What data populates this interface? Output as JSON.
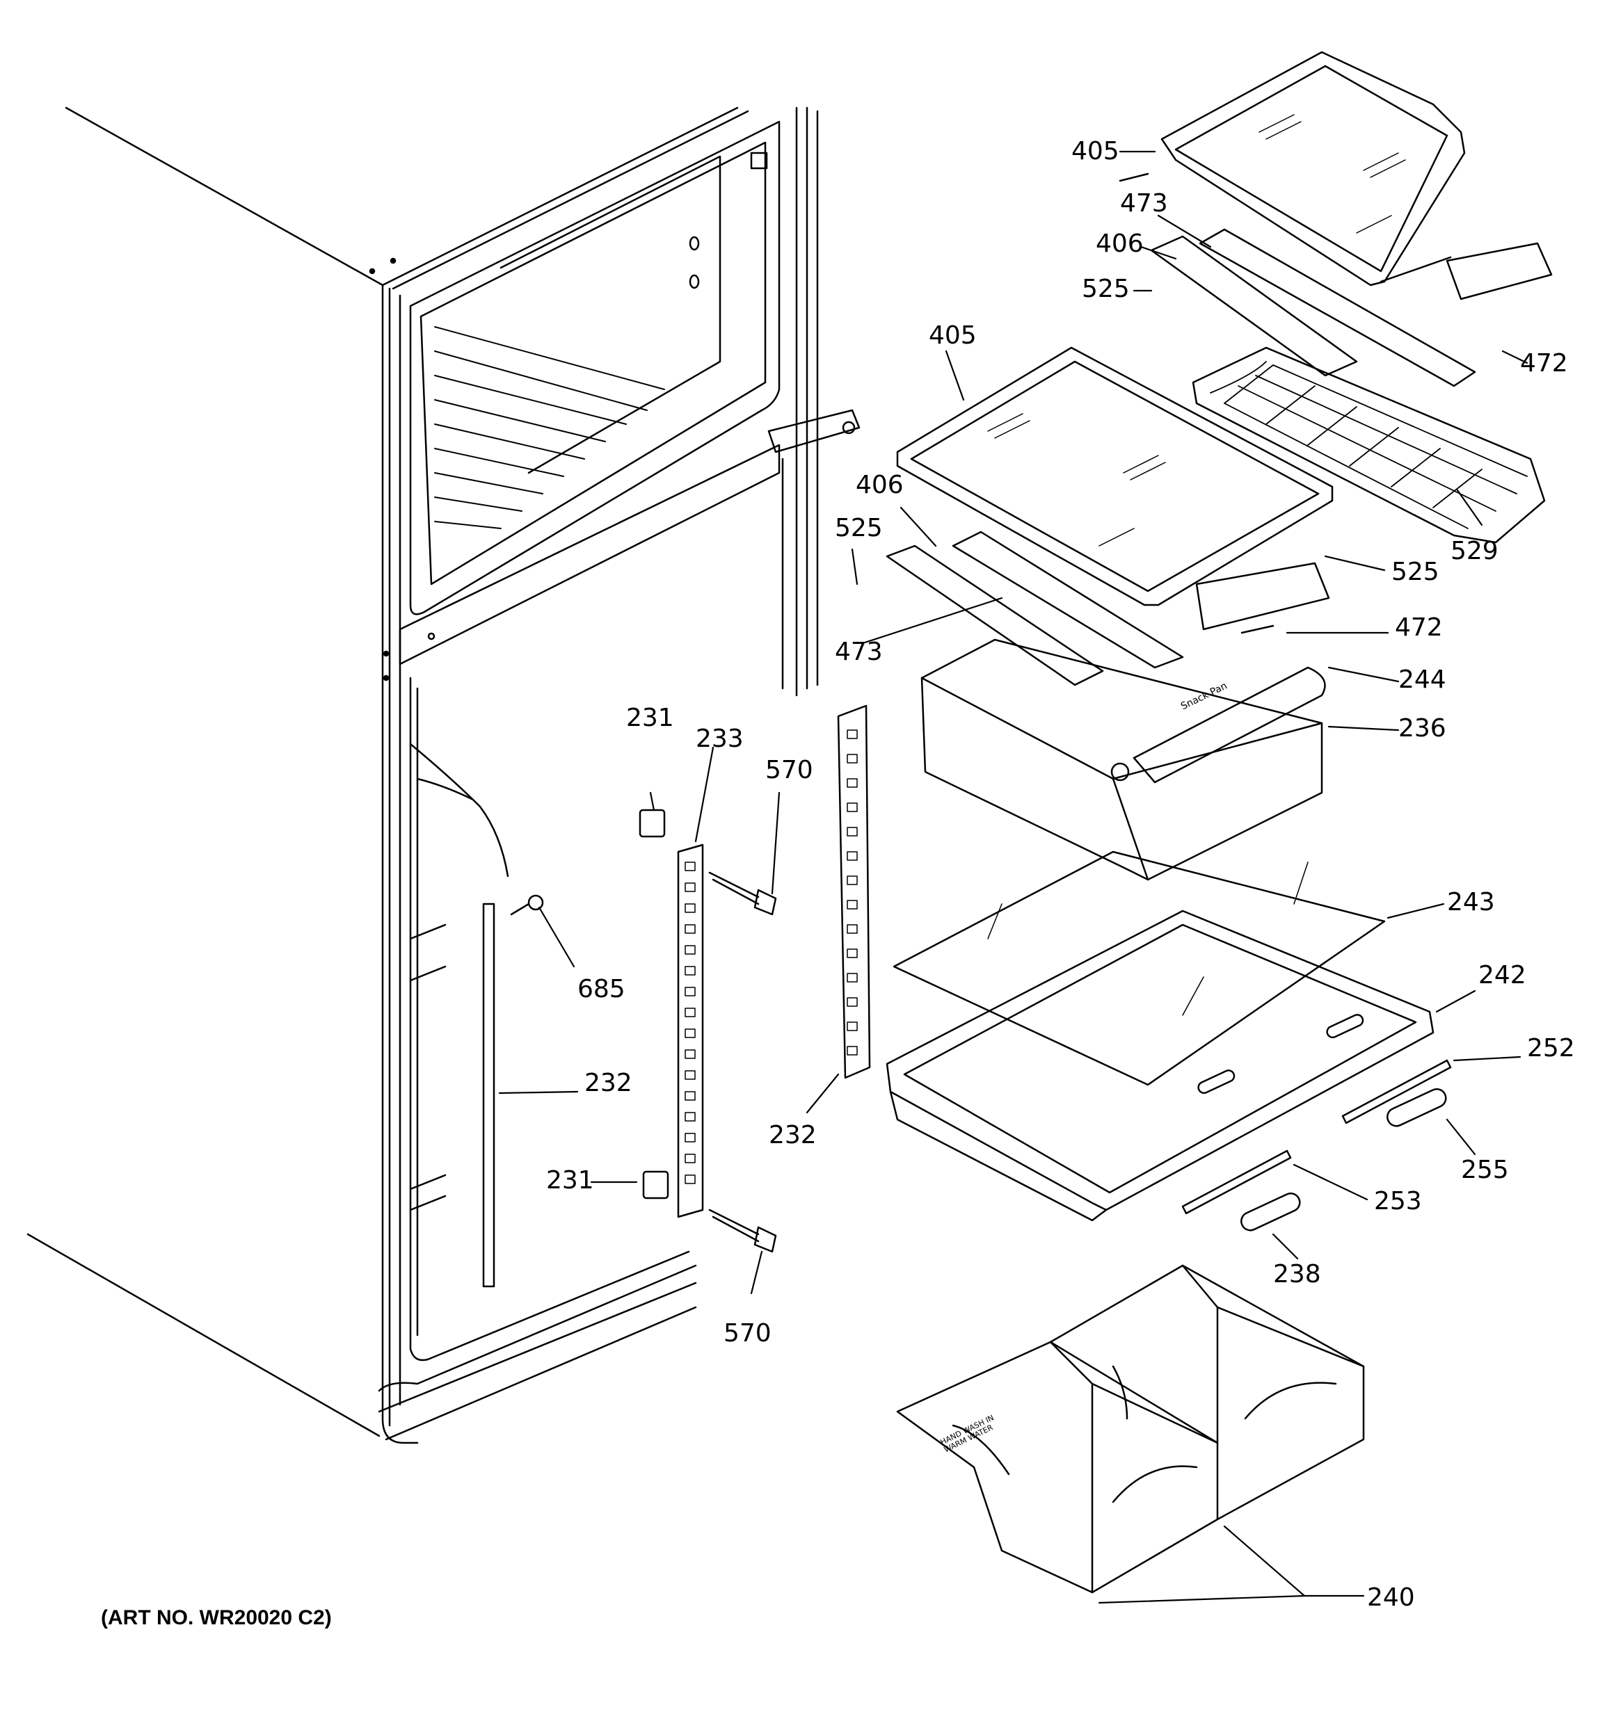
{
  "labels": {
    "l405_top": "405",
    "l473_top": "473",
    "l406_top": "406",
    "l525_top": "525",
    "l472_top": "472",
    "l529": "529",
    "l405_mid": "405",
    "l406_mid": "406",
    "l525_mid": "525",
    "l473_mid": "473",
    "l525_right": "525",
    "l472_mid": "472",
    "l244": "244",
    "l236": "236",
    "l243": "243",
    "l242": "242",
    "l252": "252",
    "l255": "255",
    "l253": "253",
    "l238": "238",
    "l240": "240",
    "l231_top": "231",
    "l233": "233",
    "l570_top": "570",
    "l685": "685",
    "l232_left": "232",
    "l232_mid": "232",
    "l231_bot": "231",
    "l570_bot": "570"
  },
  "art_number": "(ART NO. WR20020 C2)",
  "stamps": {
    "pan_text": "Snack Pan",
    "wash_text": "HAND WASH IN WARM WATER"
  }
}
